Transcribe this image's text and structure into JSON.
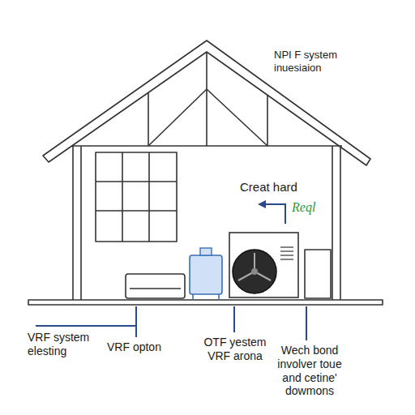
{
  "diagram": {
    "labels": [
      "NPI F system inuesiaion",
      "Creat hard",
      "Reql",
      "VRF system elesting",
      "VRF opton",
      "OTF yestem VRF arona",
      "Wech bond involver toue and cetine' dowmons"
    ]
  }
}
